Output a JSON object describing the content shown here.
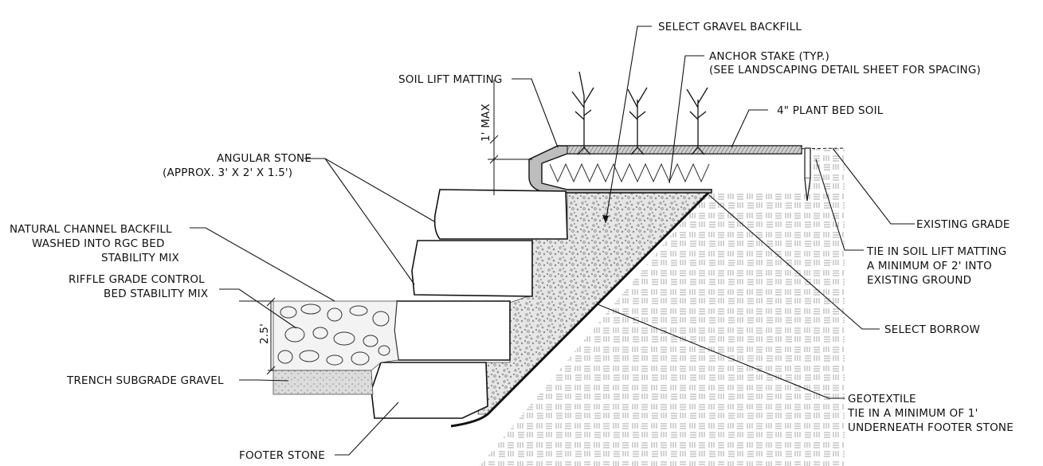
{
  "labels": {
    "select_gravel_backfill": "SELECT GRAVEL BACKFILL",
    "anchor_stake": "ANCHOR STAKE (TYP.)",
    "anchor_stake_note": "(SEE LANDSCAPING DETAIL SHEET FOR SPACING)",
    "soil_lift_matting": "SOIL LIFT MATTING",
    "plant_bed_soil": "4\" PLANT BED SOIL",
    "one_ft_max": "1' MAX",
    "angular_stone": "ANGULAR STONE",
    "angular_stone_dims": "(APPROX. 3' X 2' X 1.5')",
    "natural_channel_1": "NATURAL CHANNEL BACKFILL",
    "natural_channel_2": "WASHED INTO RGC BED",
    "natural_channel_3": "STABILITY MIX",
    "riffle_1": "RIFFLE GRADE CONTROL",
    "riffle_2": "BED STABILITY MIX",
    "dim_2_5": "2.5'",
    "trench_gravel": "TRENCH SUBGRADE GRAVEL",
    "footer_stone": "FOOTER STONE",
    "existing_grade": "EXISTING GRADE",
    "tie_in_1": "TIE IN SOIL LIFT MATTING",
    "tie_in_2": "A MINIMUM OF 2' INTO",
    "tie_in_3": "EXISTING GROUND",
    "select_borrow": "SELECT BORROW",
    "geotextile_1": "GEOTEXTILE",
    "geotextile_2": "TIE IN A MINIMUM OF 1'",
    "geotextile_3": "UNDERNEATH FOOTER STONE"
  }
}
